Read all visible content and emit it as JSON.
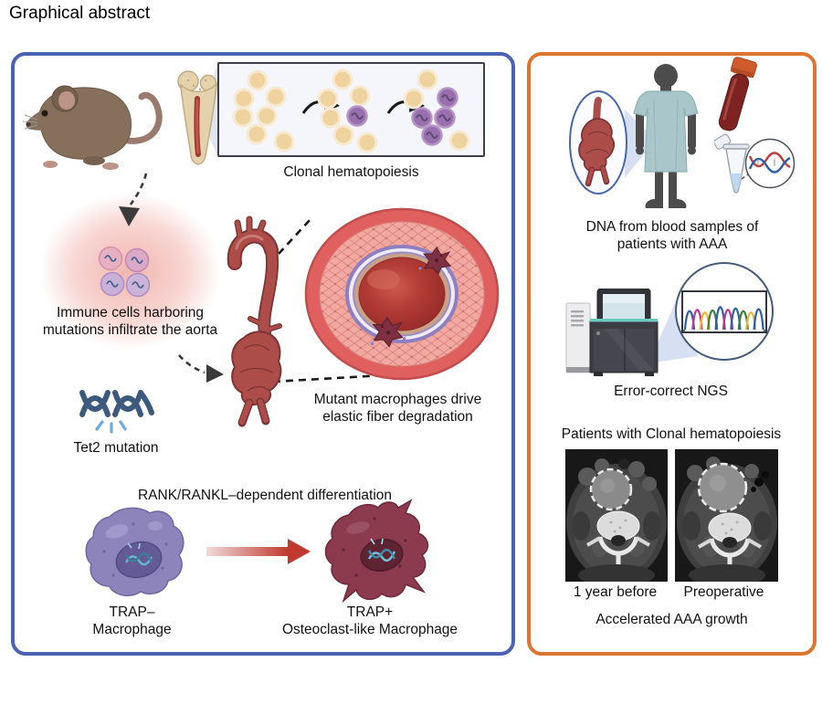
{
  "page": {
    "title": "Graphical abstract"
  },
  "left_panel": {
    "clonal_box_label": "Clonal hematopoiesis",
    "immune_caption_line1": "Immune cells harboring",
    "immune_caption_line2": "mutations infiltrate the aorta",
    "tet2_label": "Tet2 mutation",
    "macrophage_caption_line1": "Mutant macrophages drive",
    "macrophage_caption_line2": "elastic fiber degradation",
    "rank_caption": "RANK/RANKL–dependent differentiation",
    "trap_neg_line1": "TRAP–",
    "trap_neg_line2": "Macrophage",
    "trap_pos_line1": "TRAP+",
    "trap_pos_line2": "Osteoclast-like Macrophage"
  },
  "right_panel": {
    "dna_caption_line1": "DNA from blood samples of",
    "dna_caption_line2": "patients with AAA",
    "ngs_label": "Error-correct NGS",
    "ct_header": "Patients with Clonal hematopoiesis",
    "ct_left_label": "1 year before",
    "ct_right_label": "Preoperative",
    "ct_footer": "Accelerated AAA growth"
  },
  "colors": {
    "left_border": "#4a63b4",
    "right_border": "#dc7632",
    "cream_cell": "#eed39f",
    "mutant_cell": "#9a6fae",
    "aorta_red": "#ad4d4a",
    "glow_red": "#e7796d",
    "tet2_blue": "#3d5a7d",
    "break_blue": "#6fa8dc",
    "trap_neg_purple": "#8d84bb",
    "trap_pos_maroon": "#8c3a4e",
    "arrow_red": "#c0392e",
    "gown_teal": "#a9c6ca",
    "silhouette_gray": "#4c4c4c",
    "tube_cap_orange": "#cf5b2a",
    "blood_red": "#7e2222",
    "chromatogram_peaks": [
      "#2b5fa5",
      "#c2358b",
      "#e8b73a",
      "#3e7d3a",
      "#2b5fa5",
      "#c2358b",
      "#2b5fa5",
      "#3e7d3a",
      "#e8b73a",
      "#2b5fa5"
    ]
  }
}
